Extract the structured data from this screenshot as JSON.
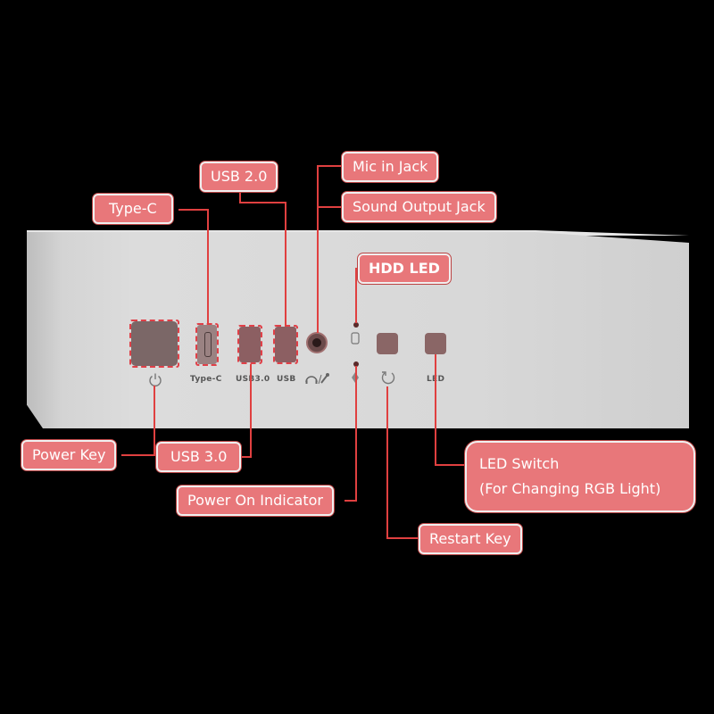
{
  "labels": {
    "mic_in_jack": "Mic in Jack",
    "usb20": "USB 2.0",
    "sound_output_jack": "Sound Output Jack",
    "type_c": "Type-C",
    "hdd_led": "HDD LED",
    "power_key": "Power Key",
    "usb30": "USB 3.0",
    "power_on_indicator": "Power On Indicator",
    "led_switch_line1": "LED Switch",
    "led_switch_line2": "(For Changing RGB Light)",
    "restart_key": "Restart Key"
  },
  "panel_text": {
    "type_c": "Type-C",
    "usb30": "USB3.0",
    "usb": "USB",
    "led": "LED"
  },
  "icons": [
    "power-icon",
    "headphone-mic-icon",
    "hdd-icon",
    "power-indicator-icon",
    "restart-icon"
  ],
  "colors": {
    "background": "#000000",
    "label_fill": "#e8777a",
    "leader_line": "#e04040",
    "panel": "#d8d8d8"
  }
}
